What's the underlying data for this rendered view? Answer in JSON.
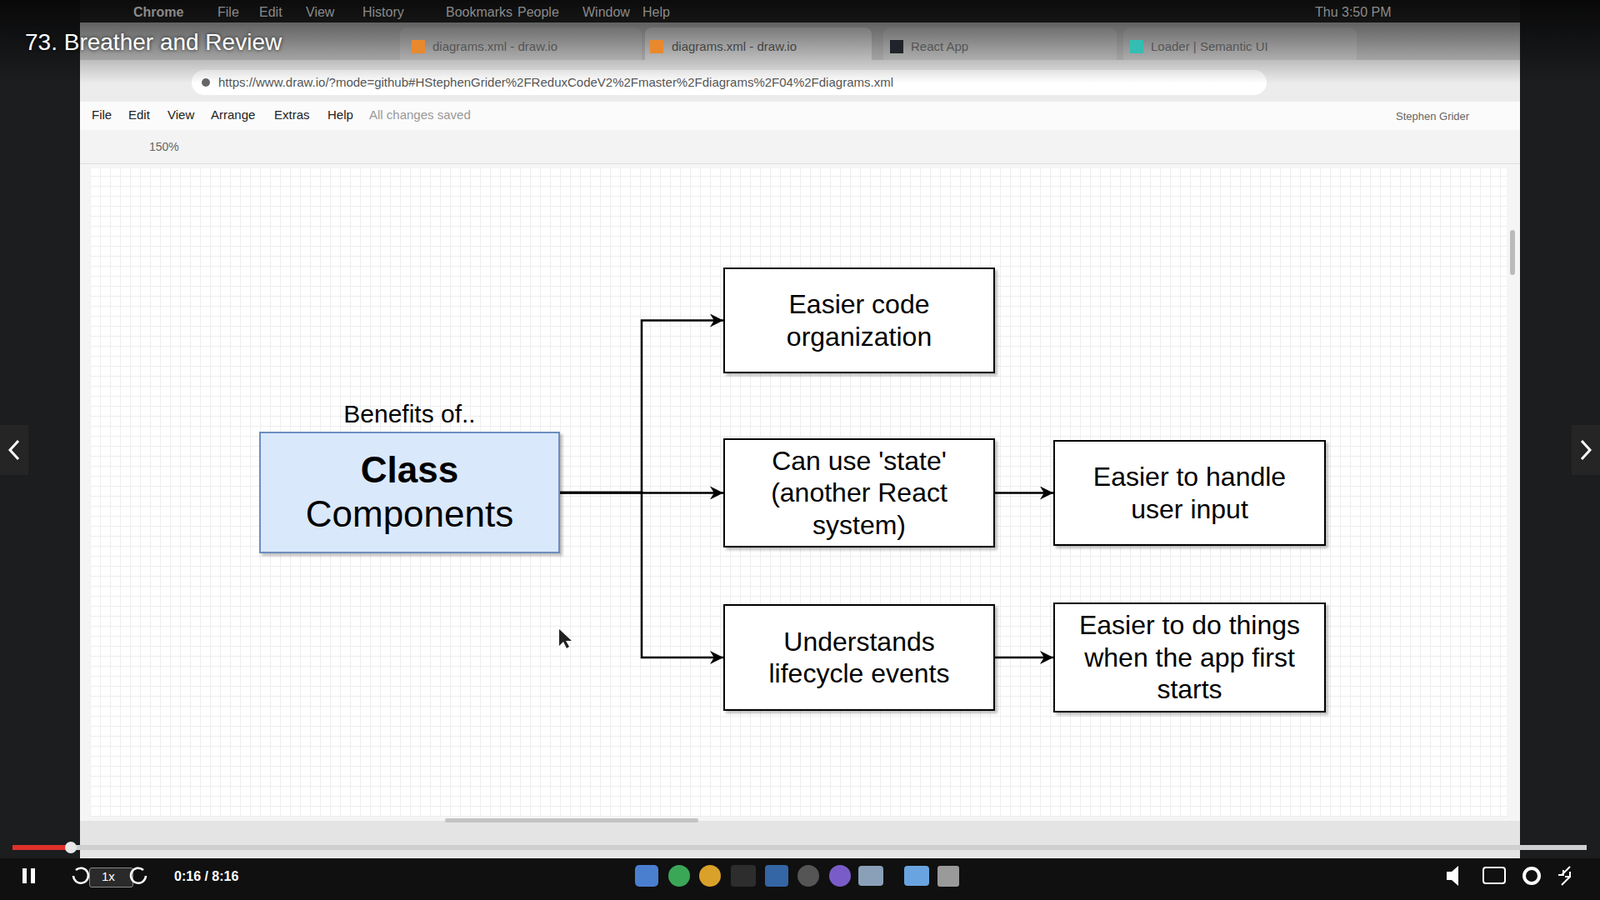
{
  "diagram": {
    "title": "73. Breather and Review",
    "nodes": [
      {
        "text": [
          "Benefits of..",
          "Class",
          "Components"
        ]
      },
      {
        "text": [
          "Easier code organization"
        ]
      },
      {
        "text": [
          "Can use 'state' (another React system)"
        ]
      },
      {
        "text": [
          "Easier to handle user input"
        ]
      },
      {
        "text": [
          "Understands lifecycle events"
        ]
      },
      {
        "text": [
          "Easier to do things when the app first starts"
        ]
      }
    ],
    "edges": [
      {
        "from": 0,
        "to": 1,
        "arrow": "to"
      },
      {
        "from": 0,
        "to": 2,
        "arrow": "to"
      },
      {
        "from": 0,
        "to": 4,
        "arrow": "to"
      },
      {
        "from": 2,
        "to": 3,
        "arrow": "to"
      },
      {
        "from": 4,
        "to": 5,
        "arrow": "to"
      }
    ],
    "labels": [
      "Chrome",
      "File",
      "Edit",
      "View",
      "History",
      "Bookmarks",
      "People",
      "Window",
      "Help",
      "Thu 3:50 PM",
      "diagrams.xml - draw.io",
      "diagrams.xml - draw.io",
      "React App",
      "Loader | Semantic UI",
      "https://www.draw.io/?mode=github#HStephenGrider%2FReduxCodeV2%2Fmaster%2Fdiagrams%2F04%2Fdiagrams.xml",
      "File",
      "Edit",
      "View",
      "Arrange",
      "Extras",
      "Help",
      "All changes saved",
      "Stephen Grider",
      "150%",
      "1x",
      "0:16 / 8:16"
    ]
  }
}
